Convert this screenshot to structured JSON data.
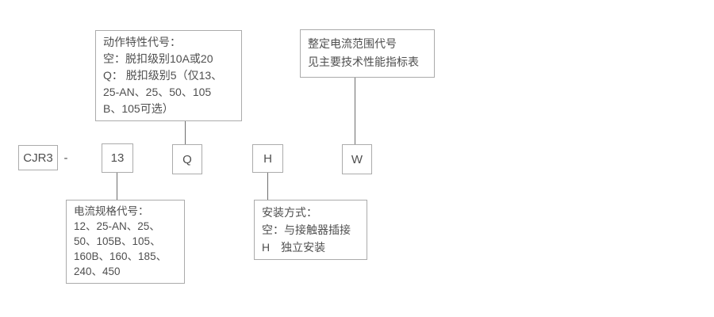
{
  "colors": {
    "background": "#ffffff",
    "box_border": "#ababab",
    "text": "#4f4f4f",
    "connector_line": "#6e6e6e"
  },
  "model_code": {
    "series": "CJR3",
    "separator": "-",
    "current_spec": "13",
    "action_characteristic": "Q",
    "mounting": "H",
    "setting_current_range": "W"
  },
  "callouts": {
    "action_characteristic": [
      "动作特性代号：",
      "空：脱扣级别10A或20",
      "Q： 脱扣级别5（仅13、",
      "25-AN、25、50、105",
      "B、105可选）"
    ],
    "setting_current_range": [
      "整定电流范围代号",
      "见主要技术性能指标表"
    ],
    "current_spec": [
      "电流规格代号：",
      "12、25-AN、25、",
      "50、105B、105、",
      "160B、160、185、",
      "240、450"
    ],
    "mounting": [
      "安装方式：",
      "空：与接触器插接",
      "H　独立安装"
    ]
  }
}
